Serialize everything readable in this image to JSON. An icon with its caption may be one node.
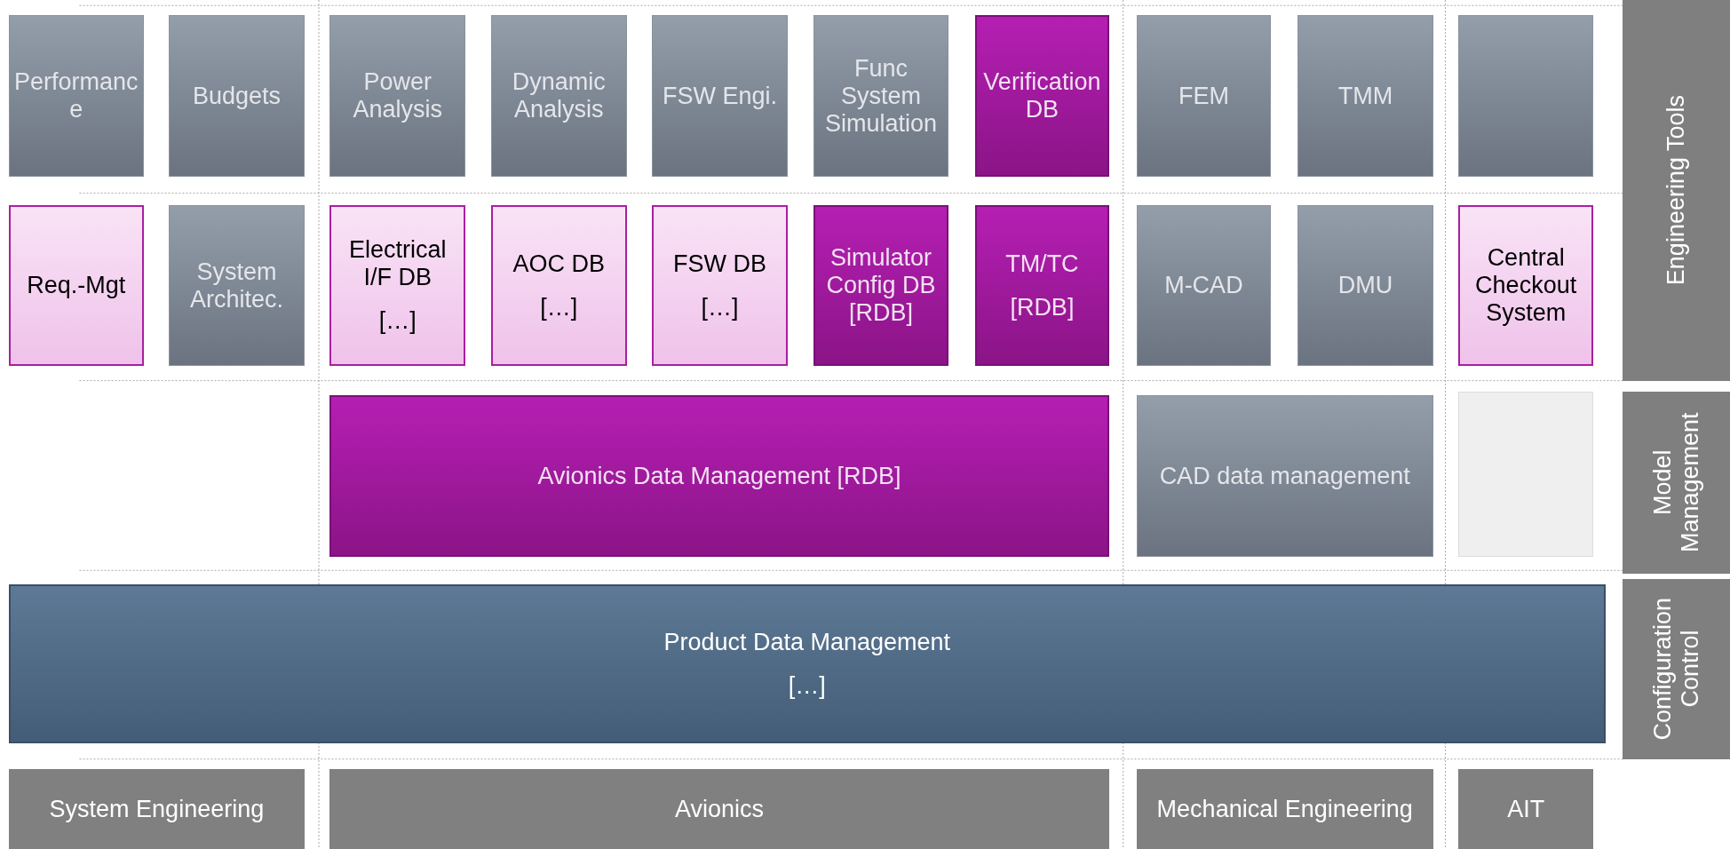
{
  "diagram": {
    "nodes": [
      {
        "text": [
          "Performance"
        ]
      },
      {
        "text": [
          "Budgets"
        ]
      },
      {
        "text": [
          "Power Analysis"
        ]
      },
      {
        "text": [
          "Dynamic Analysis"
        ]
      },
      {
        "text": [
          "FSW Engi."
        ]
      },
      {
        "text": [
          "Func System Simulation"
        ]
      },
      {
        "text": [
          "Verification DB"
        ]
      },
      {
        "text": [
          "FEM"
        ]
      },
      {
        "text": [
          "TMM"
        ]
      },
      {
        "text": [],
        "shape": "box"
      },
      {
        "text": [
          "Req.-Mgt"
        ]
      },
      {
        "text": [
          "System Architec."
        ]
      },
      {
        "text": [
          "Electrical I/F DB",
          "[…]"
        ]
      },
      {
        "text": [
          "AOC DB",
          "[…]"
        ]
      },
      {
        "text": [
          "FSW DB",
          "[…]"
        ]
      },
      {
        "text": [
          "Simulator Config DB [RDB]"
        ]
      },
      {
        "text": [
          "TM/TC",
          "[RDB]"
        ]
      },
      {
        "text": [
          "M-CAD"
        ]
      },
      {
        "text": [
          "DMU"
        ]
      },
      {
        "text": [
          "Central Checkout System"
        ]
      },
      {
        "text": [
          "Avionics Data Management [RDB]"
        ]
      },
      {
        "text": [
          "CAD data management"
        ]
      },
      {
        "text": [],
        "shape": "box"
      },
      {
        "text": [
          "Product Data Management",
          "[…]"
        ]
      },
      {
        "text": [
          "System Engineering"
        ]
      },
      {
        "text": [
          "Avionics"
        ]
      },
      {
        "text": [
          "Mechanical Engineering"
        ]
      },
      {
        "text": [
          "AIT"
        ]
      },
      {
        "text": [
          "Engineering Tools"
        ]
      },
      {
        "text": [
          "Model Management"
        ]
      },
      {
        "text": [
          "Configuration Control"
        ]
      }
    ]
  }
}
